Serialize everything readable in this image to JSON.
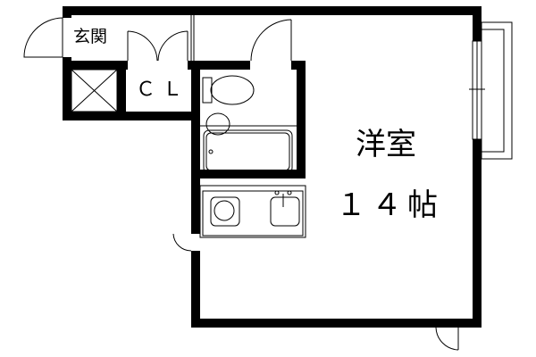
{
  "floor_plan": {
    "entrance_label": "玄関",
    "closet_label": "ＣＬ",
    "room_label": "洋室",
    "room_size": "１４帖"
  },
  "colors": {
    "wall": "#000000",
    "background": "#ffffff"
  }
}
